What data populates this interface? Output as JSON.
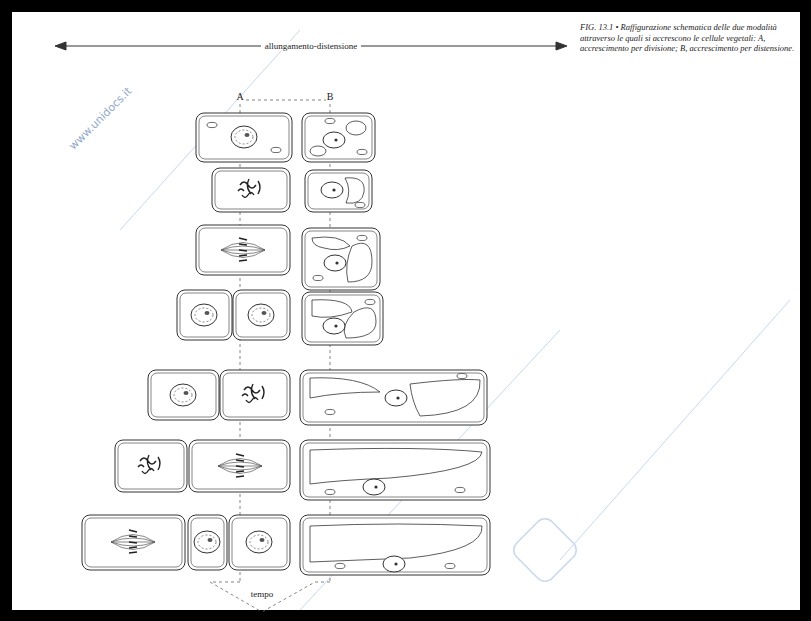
{
  "diagram": {
    "caption": "FIG. 13.1 • Raffigurazione schematica delle due modalità attraverso le quali si accrescono le cellule vegetali: A, accrescimento per divisione; B, accrescimento per distensione.",
    "labels": [
      "allungamento-distensione",
      "A",
      "B",
      "tempo",
      "www.unidocs.it"
    ]
  }
}
